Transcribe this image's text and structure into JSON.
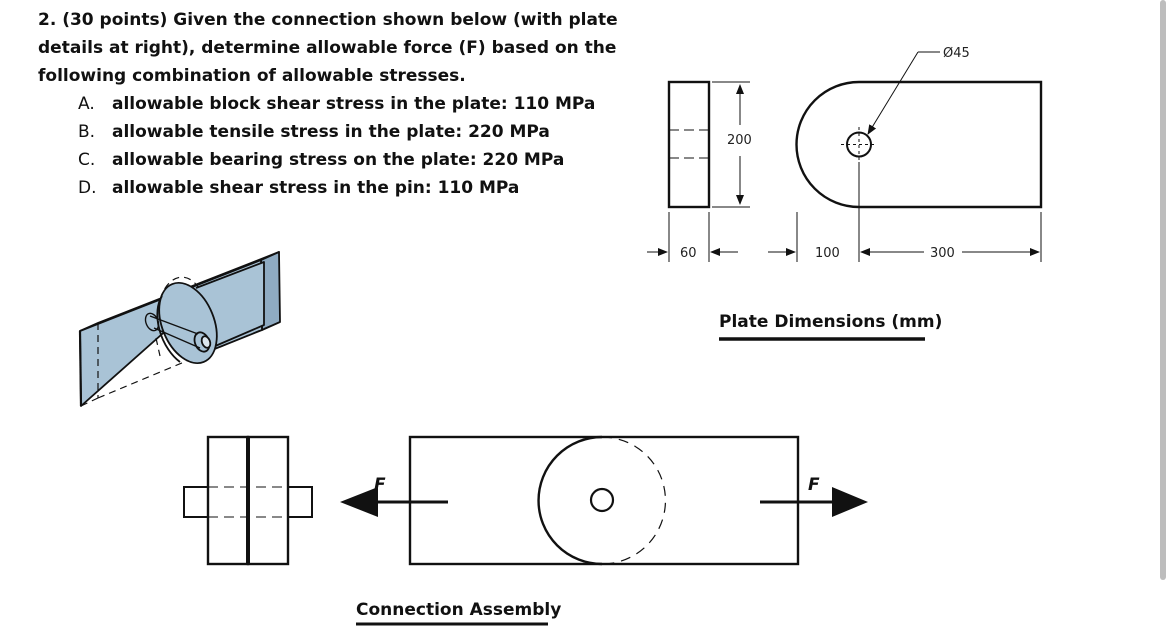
{
  "problem": {
    "number": "2.",
    "lines": [
      "2. (30 points) Given the connection shown below (with plate",
      "details at right), determine allowable force (F) based on the",
      "following combination of allowable stresses."
    ],
    "options": [
      {
        "letter": "A.",
        "text": "allowable block shear stress in the plate: 110 MPa"
      },
      {
        "letter": "B.",
        "text": "allowable tensile stress in the plate: 220 MPa"
      },
      {
        "letter": "C.",
        "text": "allowable bearing stress on the plate: 220 MPa"
      },
      {
        "letter": "D.",
        "text": "allowable shear stress in the pin: 110 MPa"
      }
    ]
  },
  "plate_drawing": {
    "caption": "Plate Dimensions (mm)",
    "dim_height": "200",
    "dim_thickness": "60",
    "dim_hole_offset": "100",
    "dim_length": "300",
    "dim_hole_diameter": "Ø45"
  },
  "assembly": {
    "caption": "Connection Assembly",
    "force_left": "F",
    "force_right": "F"
  },
  "colors": {
    "plate_fill": "#a9c3d6",
    "line": "#111111"
  }
}
